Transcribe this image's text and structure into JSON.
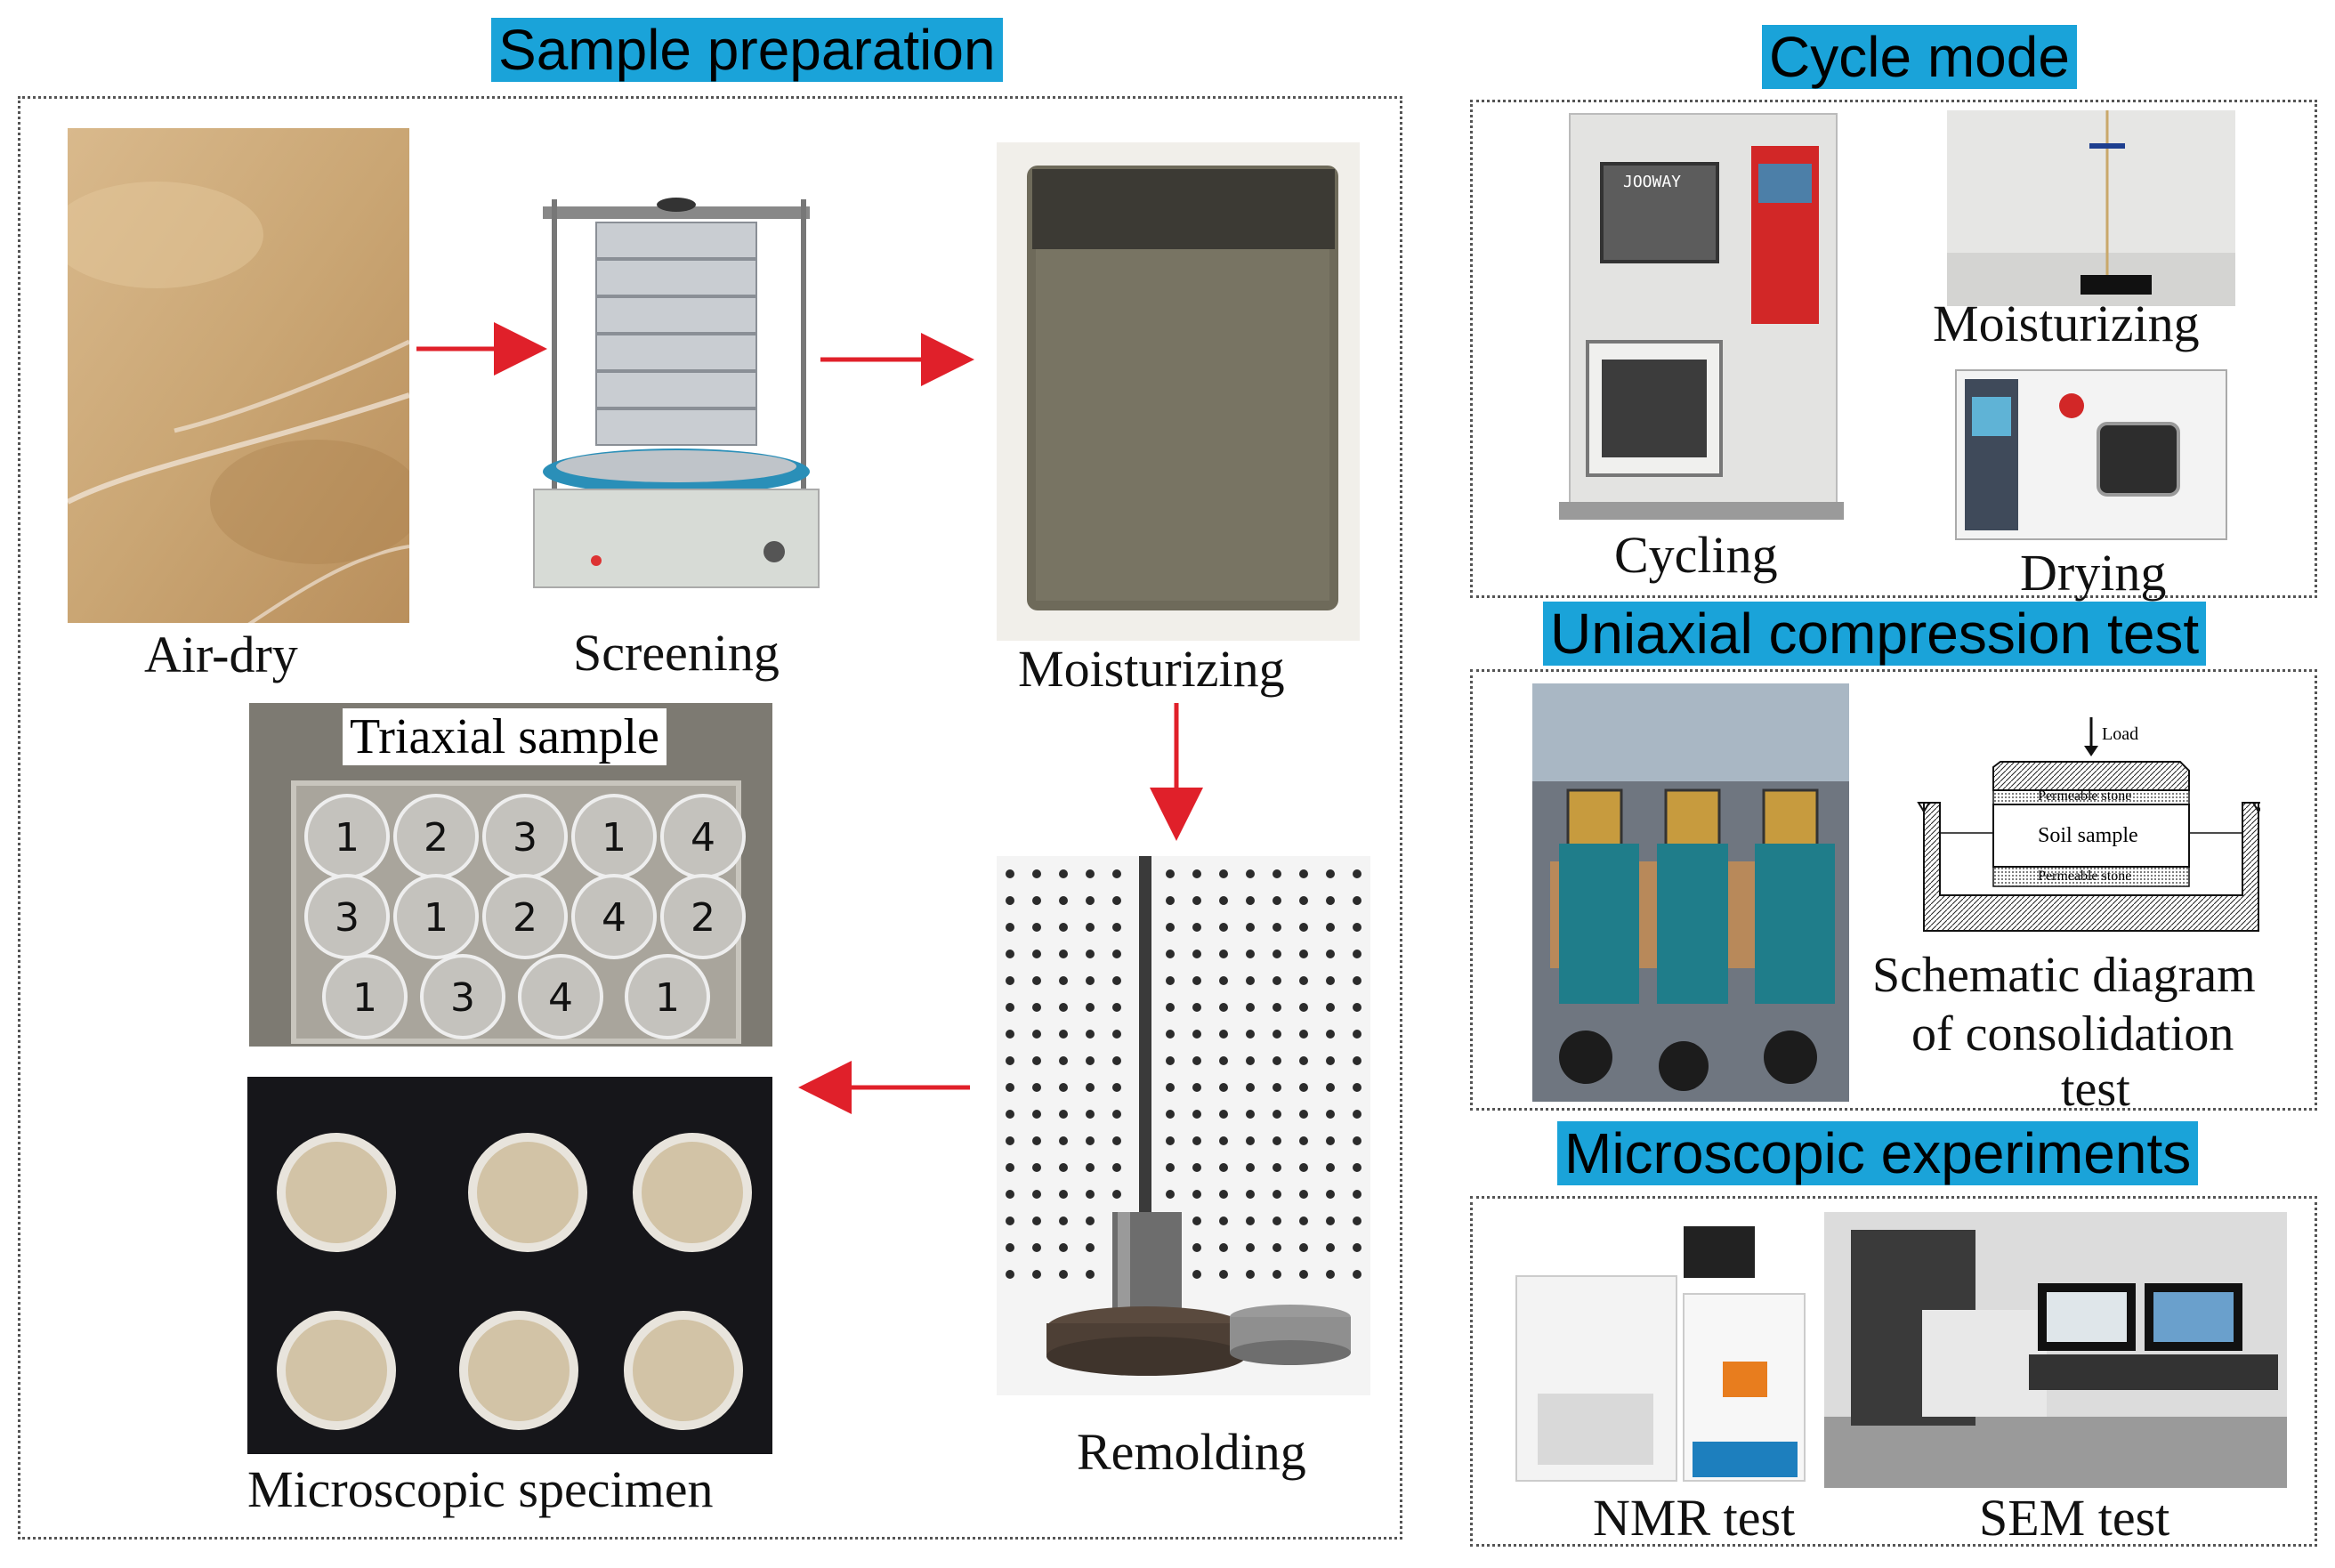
{
  "sections": {
    "sample_preparation": "Sample preparation",
    "cycle_mode": "Cycle mode",
    "uniaxial": "Uniaxial compression test",
    "microscopic": "Microscopic experiments"
  },
  "steps": {
    "air_dry": "Air-dry",
    "screening": "Screening",
    "moisturizing": "Moisturizing",
    "remolding": "Remolding",
    "triaxial": "Triaxial sample",
    "microscopic_specimen": "Microscopic specimen"
  },
  "cycle": {
    "cycling": "Cycling",
    "moisturizing": "Moisturizing",
    "drying": "Drying",
    "brand": "JOOWAY"
  },
  "uniaxial": {
    "load": "Load",
    "permeable_top": "Permeable stone",
    "soil_sample": "Soil sample",
    "permeable_bottom": "Permeable stone",
    "caption_l1": "Schematic diagram",
    "caption_l2": "of consolidation",
    "caption_l3": "test"
  },
  "micro": {
    "nmr": "NMR test",
    "sem": "SEM test"
  },
  "triaxial_numbers": [
    "1",
    "2",
    "3",
    "1",
    "4",
    "3",
    "1",
    "2",
    "4",
    "2",
    "1",
    "3",
    "4",
    "1"
  ],
  "colors": {
    "banner": "#1aa3d9",
    "arrow": "#e0202a"
  }
}
